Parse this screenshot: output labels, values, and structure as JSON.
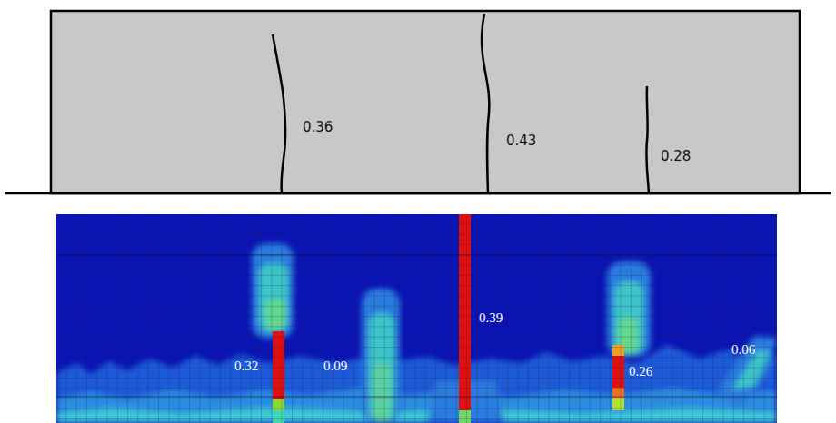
{
  "diagram": {
    "labels": [
      "0.36",
      "0.43",
      "0.28",
      "0.32",
      "0.09",
      "0.39",
      "0.26",
      "0.06"
    ]
  }
}
